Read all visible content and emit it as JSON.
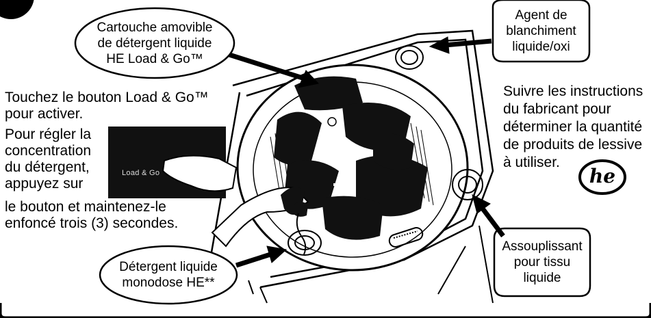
{
  "callouts": {
    "cartridge": "Cartouche amovible\nde détergent liquide\nHE Load & Go™",
    "bleach": "Agent de\nblanchiment\nliquide/oxi",
    "detergent_pod": "Détergent liquide\nmonodose HE**",
    "softener": "Assouplissant\npour tissu\nliquide"
  },
  "instructions": {
    "touch_line1": "Touchez le bouton Load & Go™",
    "touch_line2": "pour activer.",
    "adjust_lines": [
      "Pour régler la",
      "concentration",
      "du détergent,",
      "appuyez sur"
    ],
    "hold_line1": "le bouton et maintenez-le",
    "hold_line2": "enfoncé trois (3) secondes."
  },
  "manufacturer_note": [
    "Suivre les instructions",
    "du fabricant pour",
    "déterminer la quantité",
    "de produits de lessive",
    "à utiliser."
  ],
  "button_panel_label": "Load & Go",
  "he_logo": "he",
  "colors": {
    "ink": "#000000",
    "panel": "#111111",
    "paper": "#ffffff"
  }
}
